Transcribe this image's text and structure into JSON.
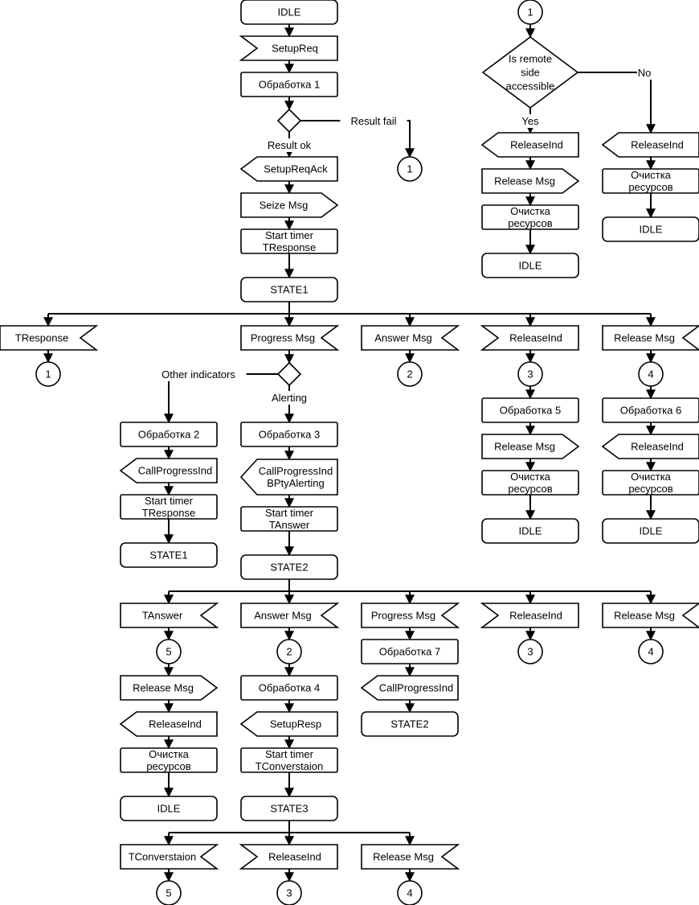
{
  "title": "SDL call state diagram",
  "nodes": [
    {
      "id": "n_idle_top",
      "type": "state",
      "lines": [
        "IDLE"
      ]
    },
    {
      "id": "n_setupreq",
      "type": "input",
      "lines": [
        "SetupReq"
      ]
    },
    {
      "id": "n_proc1",
      "type": "task",
      "lines": [
        "Обработка 1"
      ]
    },
    {
      "id": "d_result",
      "type": "decision",
      "lines": []
    },
    {
      "id": "n_setupreqack",
      "type": "output",
      "lines": [
        "SetupReqAck"
      ]
    },
    {
      "id": "n_seize",
      "type": "send",
      "lines": [
        "Seize Msg"
      ]
    },
    {
      "id": "n_start_tresp",
      "type": "task",
      "lines": [
        "Start timer",
        "TResponse"
      ]
    },
    {
      "id": "n_state1",
      "type": "state",
      "lines": [
        "STATE1"
      ]
    },
    {
      "id": "c1_fail",
      "type": "connector",
      "lines": [
        "1"
      ]
    },
    {
      "id": "c1_top",
      "type": "connector",
      "lines": [
        "1"
      ]
    },
    {
      "id": "d_remote",
      "type": "decision",
      "lines": [
        "Is remote",
        "side",
        "accessible"
      ]
    },
    {
      "id": "n_relind_yes",
      "type": "output",
      "lines": [
        "ReleaseInd"
      ]
    },
    {
      "id": "n_relmsg_yes",
      "type": "send",
      "lines": [
        "Release Msg"
      ]
    },
    {
      "id": "n_clean_yes",
      "type": "task",
      "lines": [
        "Очистка",
        "ресурсов"
      ]
    },
    {
      "id": "n_idle_yes",
      "type": "state",
      "lines": [
        "IDLE"
      ]
    },
    {
      "id": "n_relind_no",
      "type": "output",
      "lines": [
        "ReleaseInd"
      ]
    },
    {
      "id": "n_clean_no",
      "type": "task",
      "lines": [
        "Очистка",
        "ресурсов"
      ]
    },
    {
      "id": "n_idle_no",
      "type": "state",
      "lines": [
        "IDLE"
      ]
    },
    {
      "id": "n_s1_tresp",
      "type": "timer",
      "lines": [
        "TResponse"
      ]
    },
    {
      "id": "c_s1_tresp",
      "type": "connector",
      "lines": [
        "1"
      ]
    },
    {
      "id": "n_s1_progress",
      "type": "timer",
      "lines": [
        "Progress Msg"
      ]
    },
    {
      "id": "d_progress",
      "type": "decision",
      "lines": []
    },
    {
      "id": "n_proc2",
      "type": "task",
      "lines": [
        "Обработка 2"
      ]
    },
    {
      "id": "n_cpi_a",
      "type": "output",
      "lines": [
        "CallProgressInd"
      ]
    },
    {
      "id": "n_start_tresp2",
      "type": "task",
      "lines": [
        "Start timer",
        "TResponse"
      ]
    },
    {
      "id": "n_state1b",
      "type": "state",
      "lines": [
        "STATE1"
      ]
    },
    {
      "id": "n_proc3",
      "type": "task",
      "lines": [
        "Обработка 3"
      ]
    },
    {
      "id": "n_cpi_b",
      "type": "output",
      "lines": [
        "CallProgressInd",
        "BPtyAlerting"
      ]
    },
    {
      "id": "n_start_tans",
      "type": "task",
      "lines": [
        "Start timer",
        "TAnswer"
      ]
    },
    {
      "id": "n_s1_answer",
      "type": "timer",
      "lines": [
        "Answer Msg"
      ]
    },
    {
      "id": "c_s1_answer",
      "type": "connector",
      "lines": [
        "2"
      ]
    },
    {
      "id": "n_s1_relind",
      "type": "input",
      "lines": [
        "ReleaseInd"
      ]
    },
    {
      "id": "c_s1_relind",
      "type": "connector",
      "lines": [
        "3"
      ]
    },
    {
      "id": "n_proc5",
      "type": "task",
      "lines": [
        "Обработка 5"
      ]
    },
    {
      "id": "n_relmsg5",
      "type": "send",
      "lines": [
        "Release Msg"
      ]
    },
    {
      "id": "n_clean5",
      "type": "task",
      "lines": [
        "Очистка",
        "ресурсов"
      ]
    },
    {
      "id": "n_idle5",
      "type": "state",
      "lines": [
        "IDLE"
      ]
    },
    {
      "id": "n_s1_relmsg",
      "type": "timer",
      "lines": [
        "Release Msg"
      ]
    },
    {
      "id": "c_s1_relmsg",
      "type": "connector",
      "lines": [
        "4"
      ]
    },
    {
      "id": "n_proc6",
      "type": "task",
      "lines": [
        "Обработка 6"
      ]
    },
    {
      "id": "n_relind6",
      "type": "output",
      "lines": [
        "ReleaseInd"
      ]
    },
    {
      "id": "n_clean6",
      "type": "task",
      "lines": [
        "Очистка",
        "ресурсов"
      ]
    },
    {
      "id": "n_idle6",
      "type": "state",
      "lines": [
        "IDLE"
      ]
    },
    {
      "id": "n_state2",
      "type": "state",
      "lines": [
        "STATE2"
      ]
    },
    {
      "id": "n_s2_tans",
      "type": "timer",
      "lines": [
        "TAnswer"
      ]
    },
    {
      "id": "c_s2_tans",
      "type": "connector",
      "lines": [
        "5"
      ]
    },
    {
      "id": "n_relmsg_ta",
      "type": "send",
      "lines": [
        "Release Msg"
      ]
    },
    {
      "id": "n_relind_ta",
      "type": "output",
      "lines": [
        "ReleaseInd"
      ]
    },
    {
      "id": "n_clean_ta",
      "type": "task",
      "lines": [
        "Очистка",
        "ресурсов"
      ]
    },
    {
      "id": "n_idle_ta",
      "type": "state",
      "lines": [
        "IDLE"
      ]
    },
    {
      "id": "n_s2_answer",
      "type": "timer",
      "lines": [
        "Answer Msg"
      ]
    },
    {
      "id": "c_s2_answer",
      "type": "connector",
      "lines": [
        "2"
      ]
    },
    {
      "id": "n_proc4",
      "type": "task",
      "lines": [
        "Обработка 4"
      ]
    },
    {
      "id": "n_setupresp",
      "type": "output",
      "lines": [
        "SetupResp"
      ]
    },
    {
      "id": "n_start_tconv",
      "type": "task",
      "lines": [
        "Start timer",
        "TConverstaion"
      ]
    },
    {
      "id": "n_state3",
      "type": "state",
      "lines": [
        "STATE3"
      ]
    },
    {
      "id": "n_s2_progress",
      "type": "timer",
      "lines": [
        "Progress Msg"
      ]
    },
    {
      "id": "n_proc7",
      "type": "task",
      "lines": [
        "Обработка 7"
      ]
    },
    {
      "id": "n_cpi_c",
      "type": "output",
      "lines": [
        "CallProgressInd"
      ]
    },
    {
      "id": "n_state2b",
      "type": "state",
      "lines": [
        "STATE2"
      ]
    },
    {
      "id": "n_s2_relind",
      "type": "input",
      "lines": [
        "ReleaseInd"
      ]
    },
    {
      "id": "c_s2_relind",
      "type": "connector",
      "lines": [
        "3"
      ]
    },
    {
      "id": "n_s2_relmsg",
      "type": "timer",
      "lines": [
        "Release Msg"
      ]
    },
    {
      "id": "c_s2_relmsg",
      "type": "connector",
      "lines": [
        "4"
      ]
    },
    {
      "id": "n_s3_tconv",
      "type": "timer",
      "lines": [
        "TConverstaion"
      ]
    },
    {
      "id": "c_s3_tconv",
      "type": "connector",
      "lines": [
        "5"
      ]
    },
    {
      "id": "n_s3_relind",
      "type": "input",
      "lines": [
        "ReleaseInd"
      ]
    },
    {
      "id": "c_s3_relind",
      "type": "connector",
      "lines": [
        "3"
      ]
    },
    {
      "id": "n_s3_relmsg",
      "type": "timer",
      "lines": [
        "Release Msg"
      ]
    },
    {
      "id": "c_s3_relmsg",
      "type": "connector",
      "lines": [
        "4"
      ]
    }
  ],
  "edge_labels": [
    {
      "id": "l_result_fail",
      "text": "Result fail"
    },
    {
      "id": "l_result_ok",
      "text": "Result ok"
    },
    {
      "id": "l_no",
      "text": "No"
    },
    {
      "id": "l_yes",
      "text": "Yes"
    },
    {
      "id": "l_other",
      "text": "Other indicators"
    },
    {
      "id": "l_alerting",
      "text": "Alerting"
    }
  ]
}
